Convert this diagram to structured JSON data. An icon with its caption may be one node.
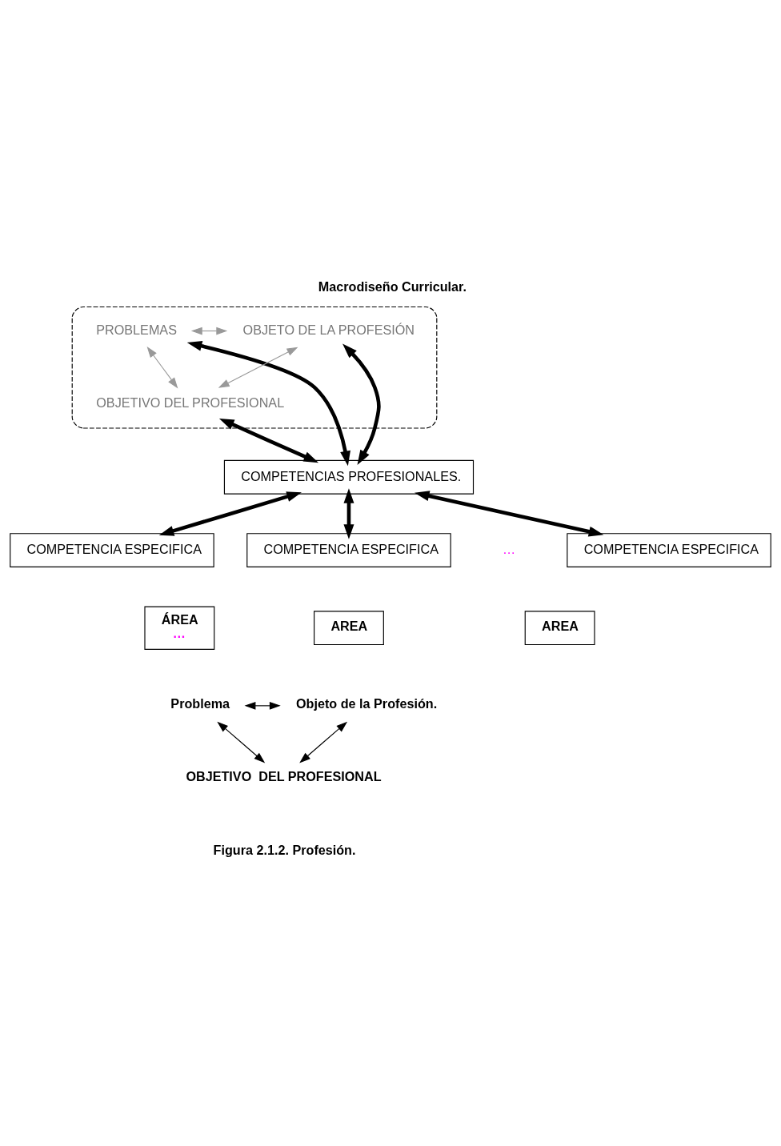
{
  "diagram": {
    "title": "Macrodiseño Curricular.",
    "caption": "Figura 2.1.2. Profesión.",
    "nodes": [
      {
        "text": [],
        "shape": "ellipse"
      },
      {
        "text": [
          "PROBLEMAS"
        ],
        "in": 0
      },
      {
        "text": [
          "OBJETO DE LA PROFESIÓN"
        ],
        "in": 0
      },
      {
        "text": [
          "OBJETIVO DEL PROFESIONAL"
        ],
        "in": 0
      },
      {
        "text": [
          "COMPETENCIAS PROFESIONALES."
        ]
      },
      {
        "text": [
          "COMPETENCIA ESPECIFICA"
        ]
      },
      {
        "text": [
          "COMPETENCIA ESPECIFICA"
        ]
      },
      {
        "text": [
          "COMPETENCIA ESPECIFICA"
        ]
      },
      {
        "text": [
          "ÁREA",
          "…"
        ]
      },
      {
        "text": [
          "AREA"
        ]
      },
      {
        "text": [
          "AREA"
        ]
      },
      {
        "text": [
          "Problema"
        ]
      },
      {
        "text": [
          "Objeto de la Profesión."
        ]
      },
      {
        "text": [
          "OBJETIVO  DEL PROFESIONAL"
        ]
      }
    ],
    "edges": [
      {
        "from": 1,
        "to": 2,
        "arrow": "both",
        "color": "#999999"
      },
      {
        "from": 1,
        "to": 3,
        "arrow": "both",
        "color": "#999999"
      },
      {
        "from": 2,
        "to": 3,
        "arrow": "both",
        "color": "#999999"
      },
      {
        "from": 1,
        "to": 4,
        "arrow": "both",
        "style": "thick"
      },
      {
        "from": 3,
        "to": 4,
        "arrow": "both",
        "style": "thick"
      },
      {
        "from": 2,
        "to": 4,
        "arrow": "both",
        "style": "thick"
      },
      {
        "from": 4,
        "to": 5,
        "arrow": "both",
        "style": "thick"
      },
      {
        "from": 4,
        "to": 6,
        "arrow": "both",
        "style": "thick"
      },
      {
        "from": 4,
        "to": 7,
        "arrow": "both",
        "style": "thick"
      },
      {
        "from": 11,
        "to": 12,
        "arrow": "both"
      },
      {
        "from": 11,
        "to": 13,
        "arrow": "both"
      },
      {
        "from": 12,
        "to": 13,
        "arrow": "both"
      }
    ],
    "labels": [
      "…"
    ]
  }
}
